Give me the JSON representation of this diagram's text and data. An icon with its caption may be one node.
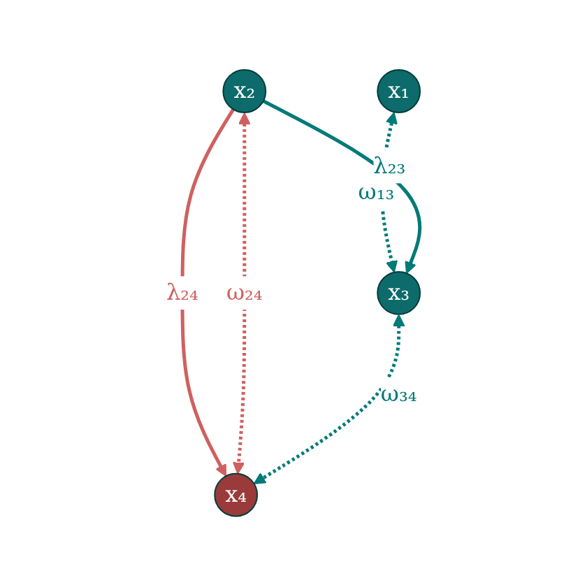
{
  "diagram": {
    "nodes": [
      {
        "text": [
          "x₁"
        ]
      },
      {
        "text": [
          "x₂"
        ]
      },
      {
        "text": [
          "x₃"
        ]
      },
      {
        "text": [
          "x₄"
        ]
      }
    ],
    "edges": [
      {
        "from": 0,
        "to": 2,
        "arrow": "both",
        "label": "ω₁₃",
        "style": "dashed"
      },
      {
        "from": 1,
        "to": 2,
        "arrow": "to",
        "label": "λ₂₃"
      },
      {
        "from": 1,
        "to": 3,
        "arrow": "to",
        "label": "λ₂₄",
        "color": "#d06060"
      },
      {
        "from": 1,
        "to": 3,
        "arrow": "both",
        "label": "ω₂₄",
        "style": "dashed",
        "color": "#d06060"
      },
      {
        "from": 2,
        "to": 3,
        "arrow": "both",
        "label": "ω₃₄",
        "style": "dashed"
      }
    ]
  }
}
